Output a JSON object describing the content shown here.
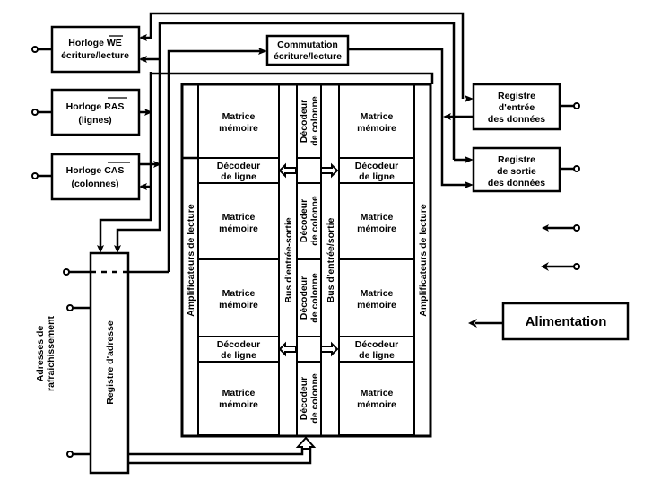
{
  "clocks": {
    "we": {
      "title": "Horloge WE",
      "overbar": "WE",
      "sub": "écriture/lecture"
    },
    "ras": {
      "title": "Horloge RAS",
      "overbar": "RAS",
      "sub": "(lignes)"
    },
    "cas": {
      "title": "Horloge CAS",
      "overbar": "CAS",
      "sub": "(colonnes)"
    }
  },
  "commutation": {
    "line1": "Commutation",
    "line2": "écriture/lecture"
  },
  "registre_entree": {
    "line1": "Registre",
    "line2": "d'entrée",
    "line3": "des données"
  },
  "registre_sortie": {
    "line1": "Registre",
    "line2": "de sortie",
    "line3": "des données"
  },
  "alimentation": {
    "label": "Alimentation"
  },
  "registre_adresse": {
    "label": "Registre  d'adresse"
  },
  "refresh_label": {
    "line1": "Adresses de",
    "line2": "rafraîchissement"
  },
  "amplifier_left": {
    "label": "Amplificateurs de lecture"
  },
  "amplifier_right": {
    "label": "Amplificateurs de lecture"
  },
  "matrix": {
    "line1": "Matrice",
    "line2": "mémoire"
  },
  "row_decoder": {
    "line1": "Décodeur",
    "line2": "de ligne"
  },
  "col_decoder": {
    "line1": "Décodeur",
    "line2": "de colonne"
  },
  "bus_left": {
    "label": "Bus d'entrée-sortie"
  },
  "bus_right": {
    "label": "Bus d'entrée/sortie"
  }
}
